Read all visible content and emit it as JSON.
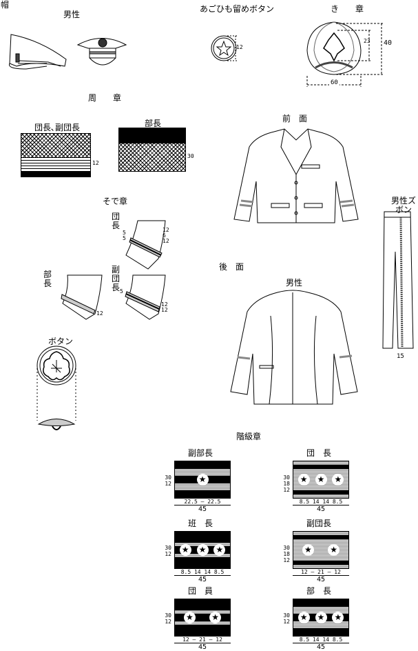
{
  "sections": {
    "cap": "帽",
    "cap_male": "男性",
    "chin_strap_button": "あごひも留めボタン",
    "cap_badge": "き　　章",
    "band": "周　　章",
    "band_chief": "団長､副団長",
    "band_section": "部長",
    "sleeve": "そで章",
    "sleeve_chief": "団長",
    "sleeve_section": "部長",
    "sleeve_vice": "副団長",
    "front": "前　面",
    "back": "後　面",
    "back_male": "男性",
    "trousers": "男性ズボン",
    "button": "ボタン",
    "rank": "階級章"
  },
  "dims": {
    "chin_button": "12",
    "badge_inner": "23",
    "badge_height": "40",
    "badge_width": "60",
    "band_chief": "12",
    "band_section": "30",
    "sleeve_chief": [
      "5",
      "5",
      "12",
      "6",
      "12"
    ],
    "sleeve_section": [
      "12"
    ],
    "sleeve_vice": [
      "5",
      "12",
      "12"
    ],
    "trousers_stripe": "15"
  },
  "ranks": [
    {
      "title": "副部長",
      "stars": 1,
      "stripes": [
        [
          6,
          "black"
        ],
        [
          6,
          "gray"
        ],
        [
          6,
          "black"
        ],
        [
          6,
          "gray"
        ],
        [
          6,
          "black"
        ]
      ],
      "vdims": "30 12",
      "hdims": "22.5 — 22.5",
      "total": "45"
    },
    {
      "title": "団　長",
      "stars": 3,
      "stripes": [
        [
          3,
          "gray"
        ],
        [
          3,
          "black"
        ],
        [
          18,
          "gray"
        ],
        [
          3,
          "black"
        ],
        [
          3,
          "gray"
        ]
      ],
      "vdims": "30 18 12",
      "hdims": "8.5 14 14 8.5",
      "total": "45"
    },
    {
      "title": "班　長",
      "stars": 3,
      "stripes": [
        [
          9,
          "black"
        ],
        [
          3,
          "gray"
        ],
        [
          6,
          "black"
        ],
        [
          3,
          "gray"
        ],
        [
          9,
          "black"
        ]
      ],
      "vdims": "30 12",
      "hdims": "8.5 14 14 8.5",
      "total": "45"
    },
    {
      "title": "副団長",
      "stars": 2,
      "stripes": [
        [
          3,
          "gray"
        ],
        [
          3,
          "black"
        ],
        [
          18,
          "gray"
        ],
        [
          3,
          "black"
        ],
        [
          3,
          "gray"
        ]
      ],
      "vdims": "30 18 12",
      "hdims": "12 — 21 — 12",
      "total": "45"
    },
    {
      "title": "団　員",
      "stars": 2,
      "stripes": [
        [
          9,
          "black"
        ],
        [
          3,
          "gray"
        ],
        [
          6,
          "black"
        ],
        [
          3,
          "gray"
        ],
        [
          9,
          "black"
        ]
      ],
      "vdims": "30 12",
      "hdims": "12 — 21 — 12",
      "total": "45"
    },
    {
      "title": "部　長",
      "stars": 3,
      "stripes": [
        [
          6,
          "black"
        ],
        [
          6,
          "gray"
        ],
        [
          6,
          "black"
        ],
        [
          6,
          "gray"
        ],
        [
          6,
          "black"
        ]
      ],
      "vdims": "30 12",
      "hdims": "8.5 14 14 8.5",
      "total": "45"
    }
  ]
}
